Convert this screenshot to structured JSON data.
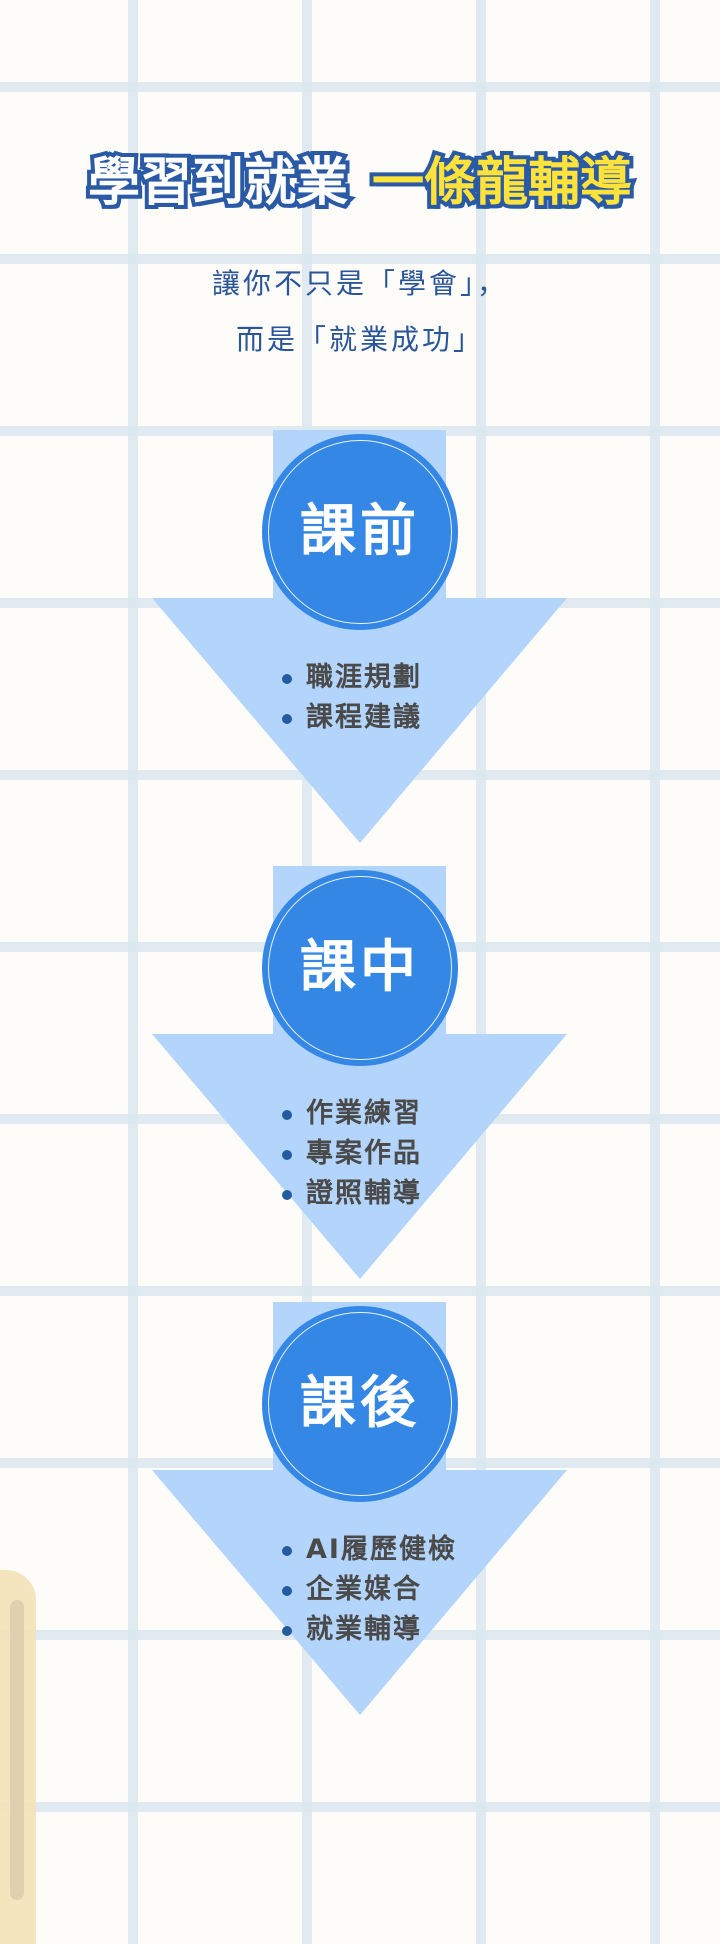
{
  "header": {
    "title_part1": "學習到就業",
    "title_part2": "一條龍輔導",
    "subtitle_line1": "讓你不只是「學會」，",
    "subtitle_line2": "而是「就業成功」"
  },
  "stages": [
    {
      "label": "課前",
      "items": [
        "職涯規劃",
        "課程建議"
      ]
    },
    {
      "label": "課中",
      "items": [
        "作業練習",
        "專案作品",
        "證照輔導"
      ]
    },
    {
      "label": "課後",
      "items": [
        "AI履歷健檢",
        "企業媒合",
        "就業輔導"
      ]
    }
  ],
  "colors": {
    "arrow": "#b3d4fb",
    "circle": "#3587e6",
    "title_outline": "#2a5aa6",
    "title_accent": "#ffe23a",
    "subtitle": "#2a5599"
  }
}
